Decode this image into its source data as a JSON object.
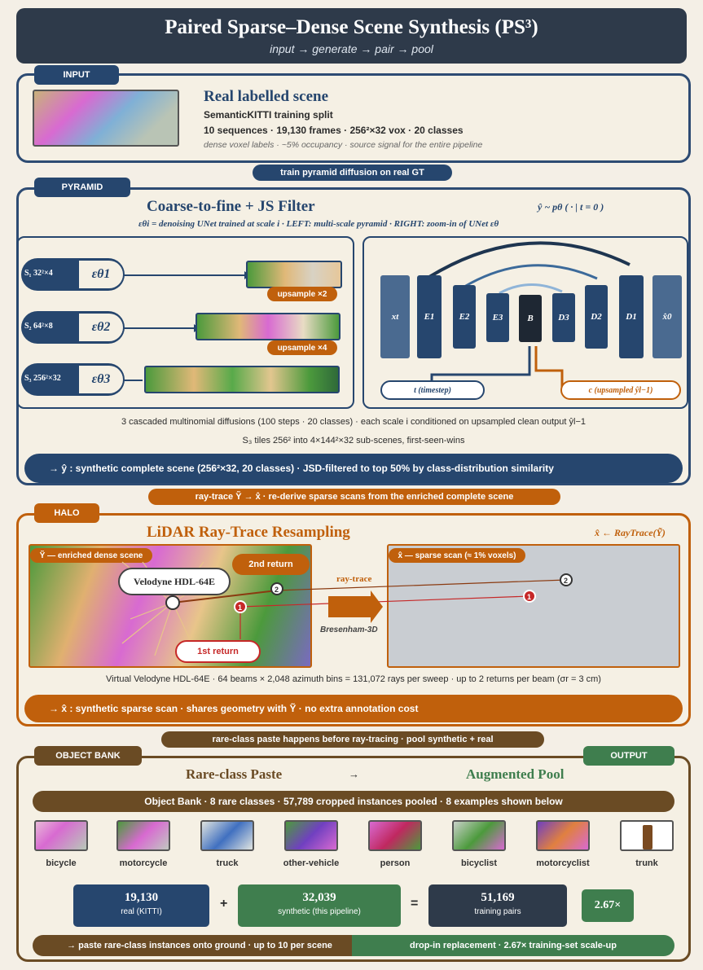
{
  "title": "Paired Sparse–Dense Scene Synthesis (PS³)",
  "subtitle": "input → generate → pair → pool",
  "input": {
    "tag": "INPUT",
    "heading": "Real labelled scene",
    "sub": "SemanticKITTI training split",
    "stats": "10 sequences · 19,130 frames · 256²×32 vox · 20 classes",
    "note": "dense voxel labels · ~5% occupancy · source signal for the entire pipeline"
  },
  "conn1": "train pyramid diffusion on real GT",
  "pyramid": {
    "tag": "PYRAMID",
    "heading": "Coarse-to-fine + JS Filter",
    "formula": "ŷ ~ pθ ( · | t = 0 )",
    "desc": "εθi = denoising UNet trained at scale i · LEFT: multi-scale pyramid · RIGHT: zoom-in of UNet εθ",
    "scales": [
      {
        "name": "S₁ 32²×4",
        "eps": "εθ1"
      },
      {
        "name": "S₂ 64²×8",
        "eps": "εθ2"
      },
      {
        "name": "S₃ 256²×32",
        "eps": "εθ3"
      }
    ],
    "up1": "upsample ×2",
    "up2": "upsample ×4",
    "unet": {
      "xt": "xt",
      "e1": "E1",
      "e2": "E2",
      "e3": "E3",
      "b": "B",
      "d3": "D3",
      "d2": "D2",
      "d1": "D1",
      "out": "x̂0",
      "t": "t (timestep)",
      "c": "c (upsampled ŷl−1)"
    },
    "note1": "3 cascaded multinomial diffusions (100 steps · 20 classes) · each scale i conditioned on upsampled clean output ŷl−1",
    "note2": "S₃ tiles 256² into 4×144²×32 sub-scenes, first-seen-wins",
    "result": "→ ŷ : synthetic complete scene (256²×32, 20 classes) · JSD-filtered to top 50% by class-distribution similarity"
  },
  "conn2": "ray-trace Ỹ → x̂ · re-derive sparse scans from the enriched complete scene",
  "halo": {
    "tag": "HALO",
    "heading": "LiDAR Ray-Trace Resampling",
    "formula": "x̂ ← RayTrace(Ỹ)",
    "left_label": "Ỹ — enriched dense scene",
    "right_label": "x̂ — sparse scan (≈ 1% voxels)",
    "sensor": "Velodyne HDL-64E",
    "second": "2nd return",
    "first": "1st return",
    "raytrace": "ray-trace",
    "bres": "Bresenham-3D",
    "note": "Virtual Velodyne HDL-64E · 64 beams × 2,048 azimuth bins = 131,072 rays per sweep · up to 2 returns per beam (σr = 3 cm)",
    "result": "→ x̂ : synthetic sparse scan · shares geometry with Ỹ · no extra annotation cost"
  },
  "conn3": "rare-class paste happens before ray-tracing · pool synthetic + real",
  "bank": {
    "tag": "OBJECT BANK",
    "out_tag": "OUTPUT",
    "paste": "Rare-class Paste",
    "arrow": "→",
    "pool": "Augmented Pool",
    "bar": "Object Bank · 8 rare classes · 57,789 cropped instances pooled · 8 examples shown below",
    "items": [
      "bicycle",
      "motorcycle",
      "truck",
      "other-vehicle",
      "person",
      "bicyclist",
      "motorcyclist",
      "trunk"
    ],
    "real_n": "19,130",
    "real_l": "real (KITTI)",
    "plus": "+",
    "syn_n": "32,039",
    "syn_l": "synthetic (this pipeline)",
    "eq": "=",
    "tot_n": "51,169",
    "tot_l": "training pairs",
    "ratio": "2.67×",
    "foot_l": "→ paste rare-class instances onto ground · up to 10 per scene",
    "foot_r": "drop-in replacement · 2.67× training-set scale-up"
  },
  "colors": {
    "navy": "#26466e",
    "orange": "#c0600c",
    "brown": "#6a4b24",
    "green": "#3f7e4e"
  }
}
